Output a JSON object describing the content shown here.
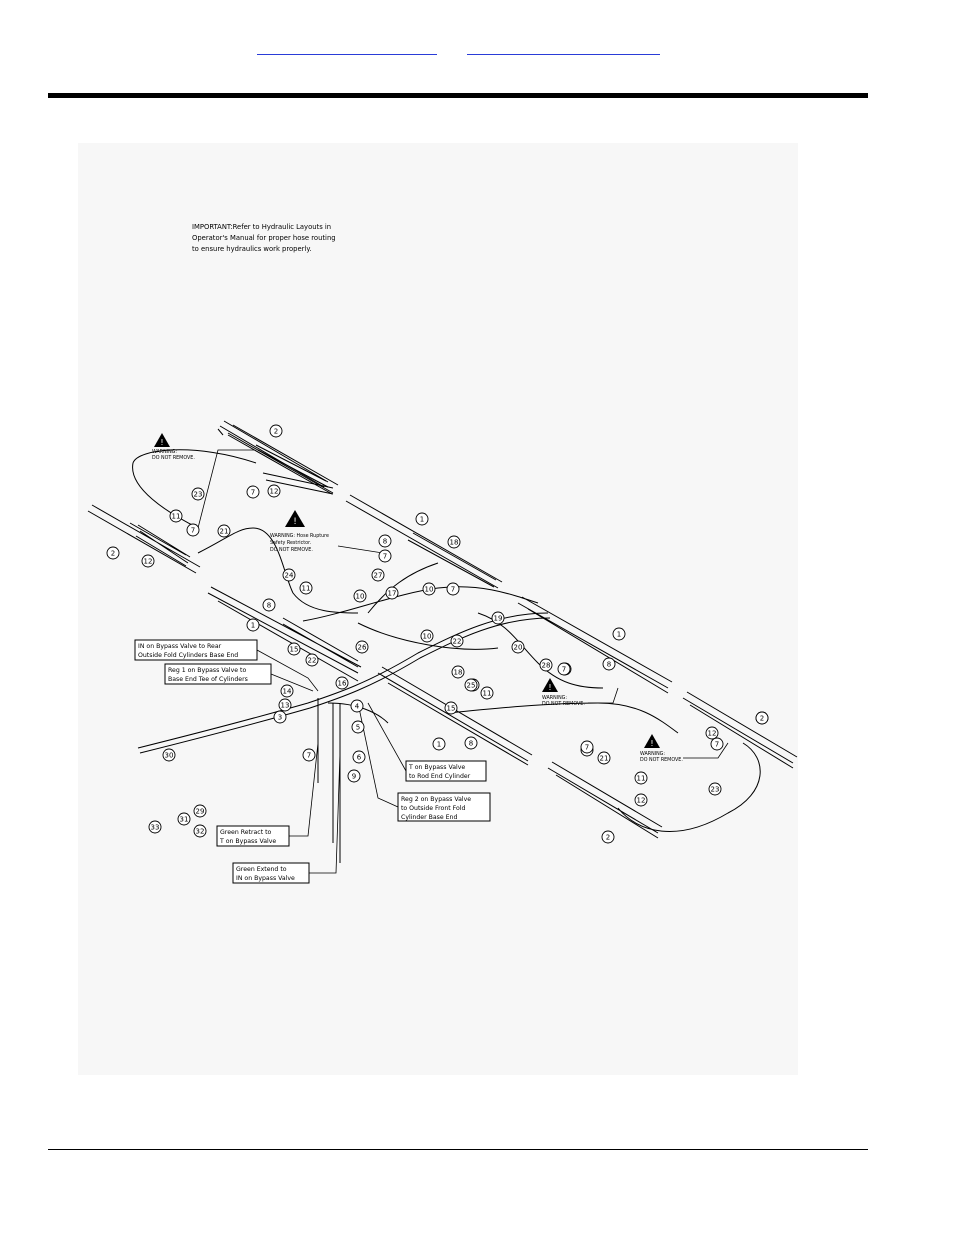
{
  "header": {
    "links": [
      {
        "label": ""
      },
      {
        "label": ""
      }
    ]
  },
  "important_note": [
    "IMPORTANT:Refer to Hydraulic Layouts in",
    "Operator's Manual for proper hose routing",
    "to ensure hydraulics work properly."
  ],
  "warnings": {
    "warn1": [
      "WARNING:",
      "DO NOT REMOVE."
    ],
    "warn2": [
      "WARNING: Hose Rupture",
      "Safety Restrictor.",
      "DO NOT REMOVE."
    ],
    "warn3": [
      "WARNING:",
      "DO NOT REMOVE."
    ],
    "warn4": [
      "WARNING:",
      "DO NOT REMOVE."
    ]
  },
  "callouts": {
    "in_bypass_rear": [
      "IN on Bypass Valve to Rear",
      "Outside Fold Cylinders Base End"
    ],
    "reg1": [
      "Reg 1 on Bypass Valve to",
      "Base End Tee of Cylinders"
    ],
    "t_bypass": [
      "T on Bypass Valve",
      "to Rod End Cylinder"
    ],
    "reg2": [
      "Reg 2 on Bypass Valve",
      "to Outside Front Fold",
      "Cylinder Base End"
    ],
    "green_retract": [
      "Green Retract to",
      "T on Bypass Valve"
    ],
    "green_extend": [
      "Green Extend to",
      "IN on Bypass Valve"
    ]
  },
  "balloons": [
    "2",
    "7",
    "12",
    "23",
    "11",
    "2",
    "12",
    "7",
    "21",
    "7",
    "8",
    "18",
    "27",
    "24",
    "11",
    "8",
    "1",
    "15",
    "22",
    "10",
    "17",
    "10",
    "7",
    "19",
    "20",
    "26",
    "1",
    "8",
    "7",
    "25",
    "16",
    "10",
    "22",
    "14",
    "13",
    "3",
    "4",
    "5",
    "6",
    "9",
    "7",
    "18",
    "25",
    "11",
    "8",
    "1",
    "15",
    "30",
    "29",
    "31",
    "33",
    "32",
    "7",
    "21",
    "11",
    "12",
    "2",
    "7",
    "12",
    "2",
    "7",
    "23",
    "1",
    "7",
    "28",
    "2"
  ]
}
